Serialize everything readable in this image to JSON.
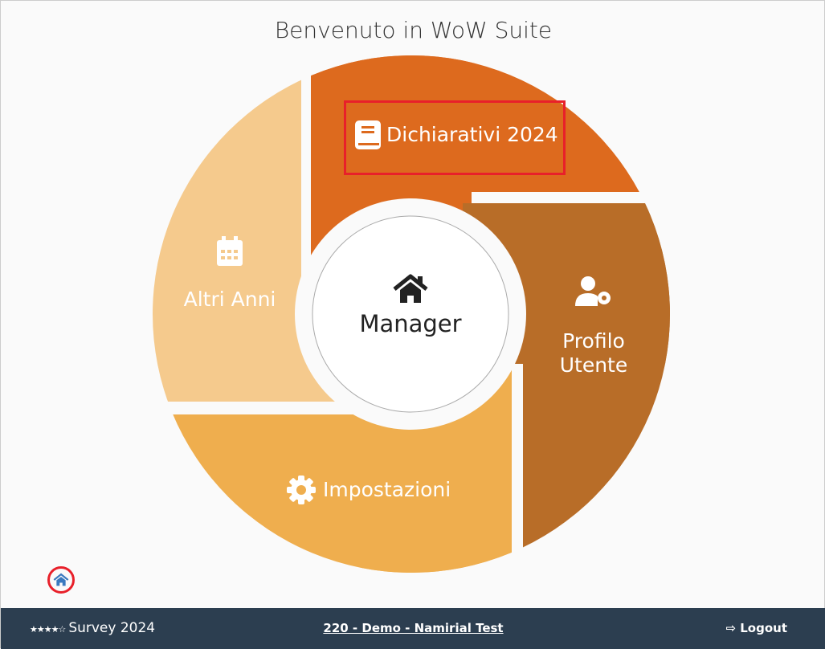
{
  "title": "Benvenuto in WoW Suite",
  "wheel": {
    "dichiarativi": "Dichiarativi 2024",
    "profilo_line1": "Profilo",
    "profilo_line2": "Utente",
    "impostazioni": "Impostazioni",
    "altri_anni": "Altri Anni",
    "manager": "Manager"
  },
  "colors": {
    "dichiarativi": "#DD6A1E",
    "profilo": "#B86D28",
    "impostazioni": "#EFAE4E",
    "altri_anni": "#F5CA8D",
    "footer": "#2C3E50",
    "highlight": "#E8202A"
  },
  "footer": {
    "stars": "★★★★☆",
    "survey": "Survey 2024",
    "company": "220 - Demo - Namirial Test",
    "logout": "Logout"
  }
}
